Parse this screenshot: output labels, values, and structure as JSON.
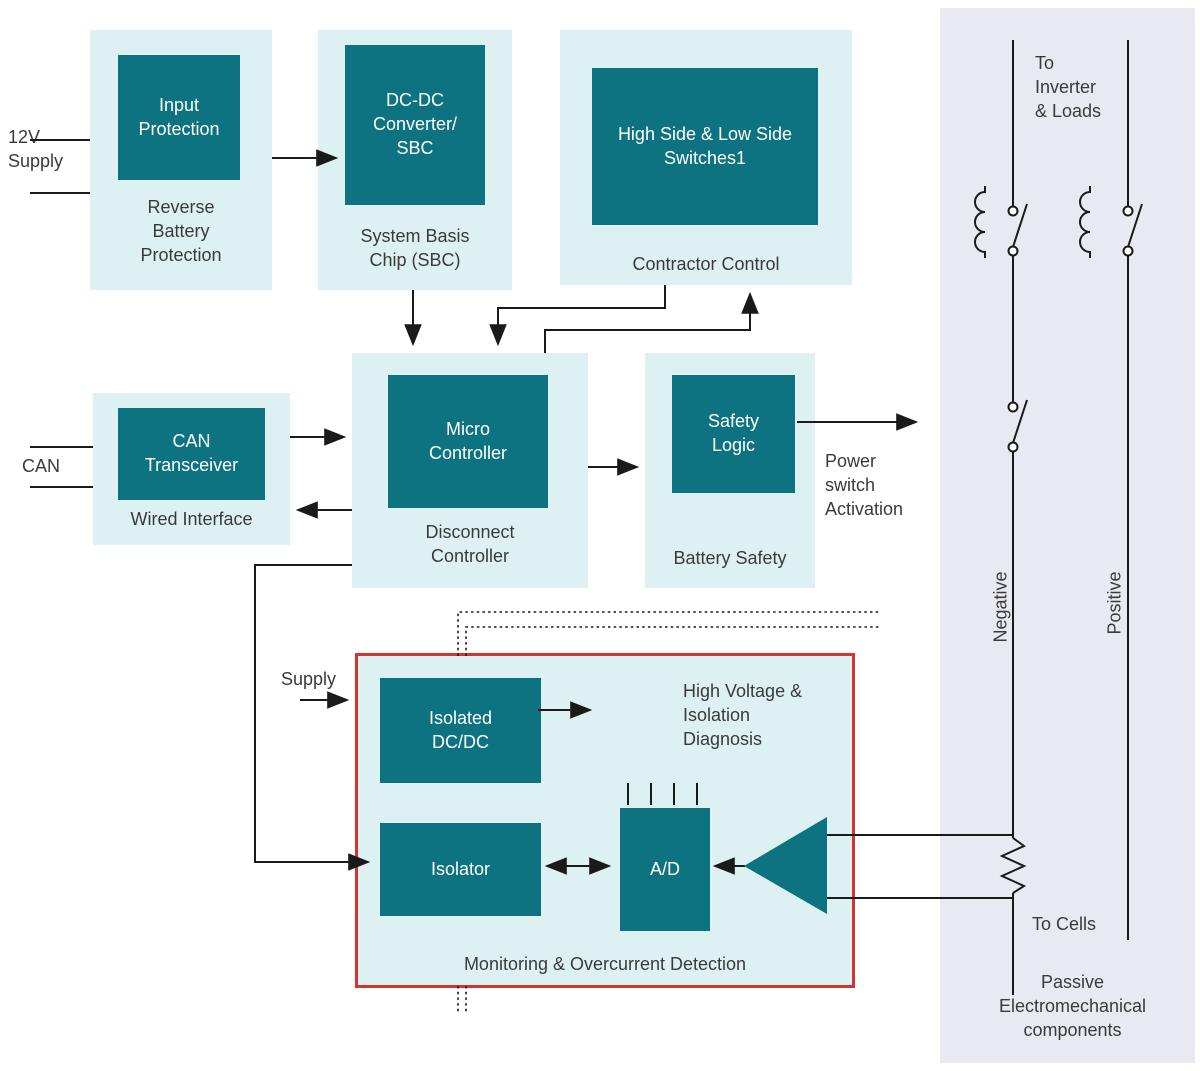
{
  "colors": {
    "dark_teal": "#0d7380",
    "light_teal": "#def1f2",
    "red_border": "#d2342f",
    "panel_bg": "#e9e9f1",
    "line": "#1a1a1a",
    "text": "#3a3a3a"
  },
  "external": {
    "supply_12v": "12V\nSupply",
    "can": "CAN",
    "power_switch_activation": "Power\nswitch\nActivation",
    "supply": "Supply"
  },
  "blocks": {
    "reverse_battery_protection": {
      "chip": "Input\nProtection",
      "label": "Reverse\nBattery\nProtection"
    },
    "system_basis_chip": {
      "chip": "DC-DC\nConverter/\nSBC",
      "label": "System Basis\nChip (SBC)"
    },
    "contactor_control": {
      "chip": "High Side & Low Side\nSwitches1",
      "label": "Contractor Control"
    },
    "wired_interface": {
      "chip": "CAN\nTransceiver",
      "label": "Wired Interface"
    },
    "disconnect_controller": {
      "chip": "Micro\nController",
      "label": "Disconnect\nController"
    },
    "battery_safety": {
      "chip": "Safety\nLogic",
      "label": "Battery Safety"
    },
    "monitoring": {
      "isolated_dcdc": "Isolated\nDC/DC",
      "diagnosis": "High Voltage &\nIsolation\nDiagnosis",
      "isolator": "Isolator",
      "adc": "A/D",
      "label": "Monitoring & Overcurrent Detection"
    }
  },
  "panel": {
    "to_inverter": "To\nInverter\n& Loads",
    "negative": "Negative",
    "positive": "Positive",
    "to_cells": "To Cells",
    "label": "Passive\nElectromechanical\ncomponents"
  }
}
